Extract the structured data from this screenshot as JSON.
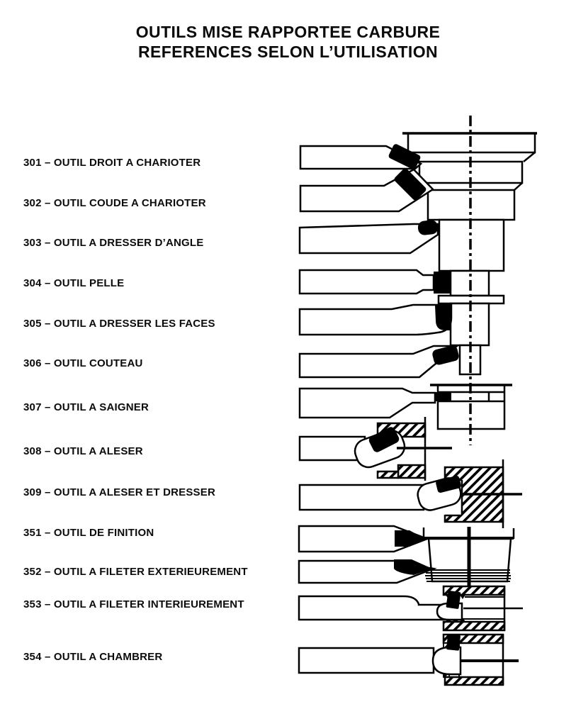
{
  "title": {
    "line1": "OUTILS MISE RAPPORTEE CARBURE",
    "line2": "REFERENCES SELON L’UTILISATION"
  },
  "colors": {
    "ink": "#000000",
    "background": "#ffffff"
  },
  "tools": [
    {
      "code": "301",
      "name": "OUTIL DROIT A CHARIOTER",
      "label": "301 – OUTIL DROIT A CHARIOTER"
    },
    {
      "code": "302",
      "name": "OUTIL COUDE A CHARIOTER",
      "label": "302 – OUTIL COUDE A CHARIOTER"
    },
    {
      "code": "303",
      "name": "OUTIL A DRESSER D’ANGLE",
      "label": "303 – OUTIL A DRESSER D’ANGLE"
    },
    {
      "code": "304",
      "name": "OUTIL PELLE",
      "label": "304 – OUTIL PELLE"
    },
    {
      "code": "305",
      "name": "OUTIL A DRESSER LES FACES",
      "label": "305 – OUTIL A DRESSER LES FACES"
    },
    {
      "code": "306",
      "name": "OUTIL COUTEAU",
      "label": "306 – OUTIL COUTEAU"
    },
    {
      "code": "307",
      "name": "OUTIL A SAIGNER",
      "label": "307 – OUTIL A SAIGNER"
    },
    {
      "code": "308",
      "name": "OUTIL A ALESER",
      "label": "308 – OUTIL A ALESER"
    },
    {
      "code": "309",
      "name": "OUTIL A ALESER ET DRESSER",
      "label": "309 – OUTIL A ALESER ET DRESSER"
    },
    {
      "code": "351",
      "name": "OUTIL DE FINITION",
      "label": "351 – OUTIL DE FINITION"
    },
    {
      "code": "352",
      "name": "OUTIL A FILETER EXTERIEUREMENT",
      "label": "352 – OUTIL A FILETER EXTERIEUREMENT"
    },
    {
      "code": "353",
      "name": "OUTIL A FILETER INTERIEUREMENT",
      "label": "353 – OUTIL A FILETER INTERIEUREMENT"
    },
    {
      "code": "354",
      "name": "OUTIL A CHAMBRER",
      "label": "354 – OUTIL A CHAMBRER"
    }
  ]
}
